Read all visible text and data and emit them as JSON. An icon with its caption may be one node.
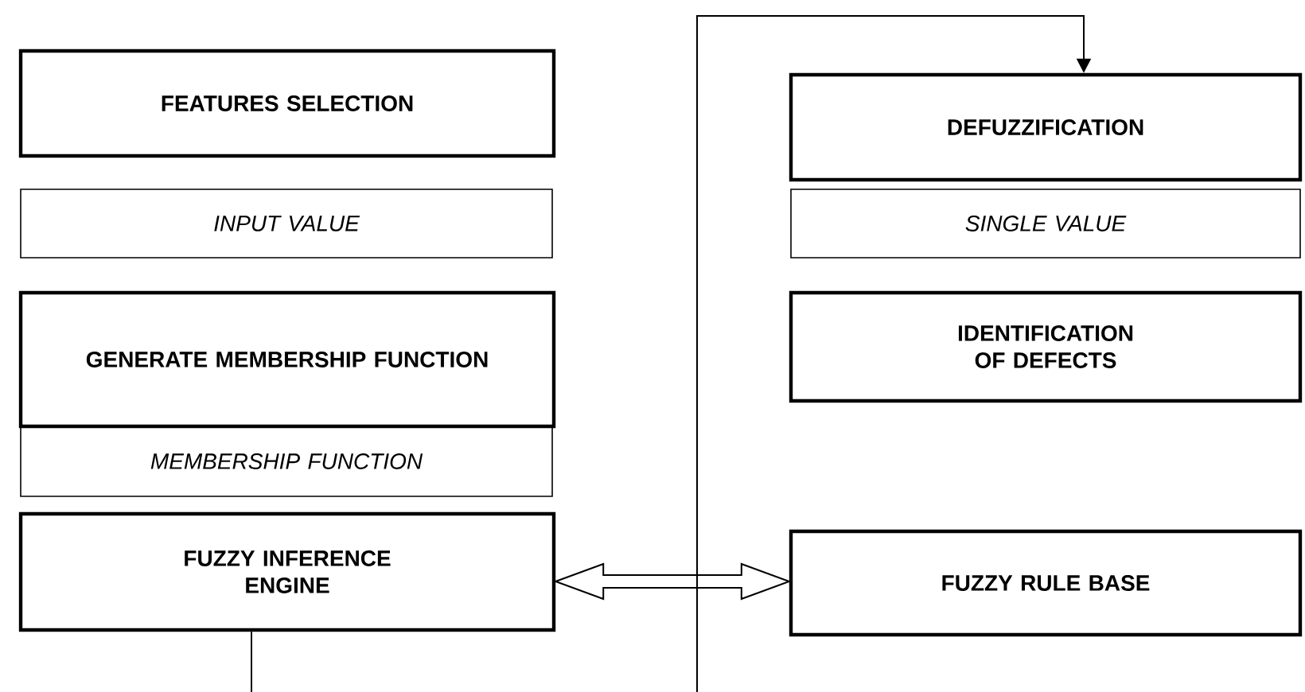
{
  "diagram": {
    "nodes": [
      {
        "text": [
          "FEATURES SELECTION"
        ]
      },
      {
        "text": [
          "INPUT VALUE"
        ]
      },
      {
        "text": [
          "GENERATE MEMBERSHIP FUNCTION"
        ]
      },
      {
        "text": [
          "MEMBERSHIP FUNCTION"
        ]
      },
      {
        "text": [
          "FUZZY INFERENCE ENGINE"
        ]
      },
      {
        "text": [
          "DEFUZZIFICATION"
        ]
      },
      {
        "text": [
          "SINGLE VALUE"
        ]
      },
      {
        "text": [
          "IDENTIFICATION OF DEFECTS"
        ]
      },
      {
        "text": [
          "FUZZY RULE BASE"
        ]
      }
    ],
    "edges": [
      {
        "from": 4,
        "to": 8,
        "arrow": "both"
      },
      {
        "from": 4,
        "to": null,
        "arrow": "none"
      },
      {
        "from": null,
        "to": 5,
        "arrow": "to"
      }
    ]
  }
}
